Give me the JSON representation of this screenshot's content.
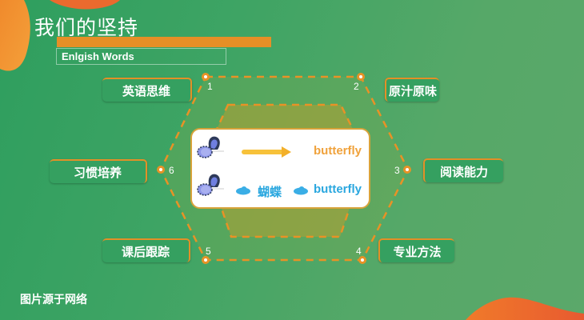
{
  "header": {
    "title": "我们的坚持",
    "subtitle": "Enlgish Words"
  },
  "hexagon": {
    "nodes": [
      {
        "number": "1",
        "label": "英语思维"
      },
      {
        "number": "2",
        "label": "原汁原味"
      },
      {
        "number": "3",
        "label": "阅读能力"
      },
      {
        "number": "4",
        "label": "专业方法"
      },
      {
        "number": "5",
        "label": "课后跟踪"
      },
      {
        "number": "6",
        "label": "习惯培养"
      }
    ]
  },
  "center_card": {
    "row1": {
      "icon": "butterfly-icon",
      "connector": "arrow-icon",
      "word": "butterfly",
      "word_color": "#f0a23c"
    },
    "row2": {
      "icon": "butterfly-icon",
      "connector": "cloud-icon",
      "chinese": "蝴蝶",
      "word": "butterfly",
      "word_color": "#2aa7df"
    }
  },
  "footer": {
    "credit": "图片源于网络"
  },
  "colors": {
    "background_green": "#3ea464",
    "accent_orange": "#e68f26",
    "blob_orange": "#ec6a2c",
    "word_orange": "#f0a23c",
    "word_blue": "#2aa7df"
  }
}
